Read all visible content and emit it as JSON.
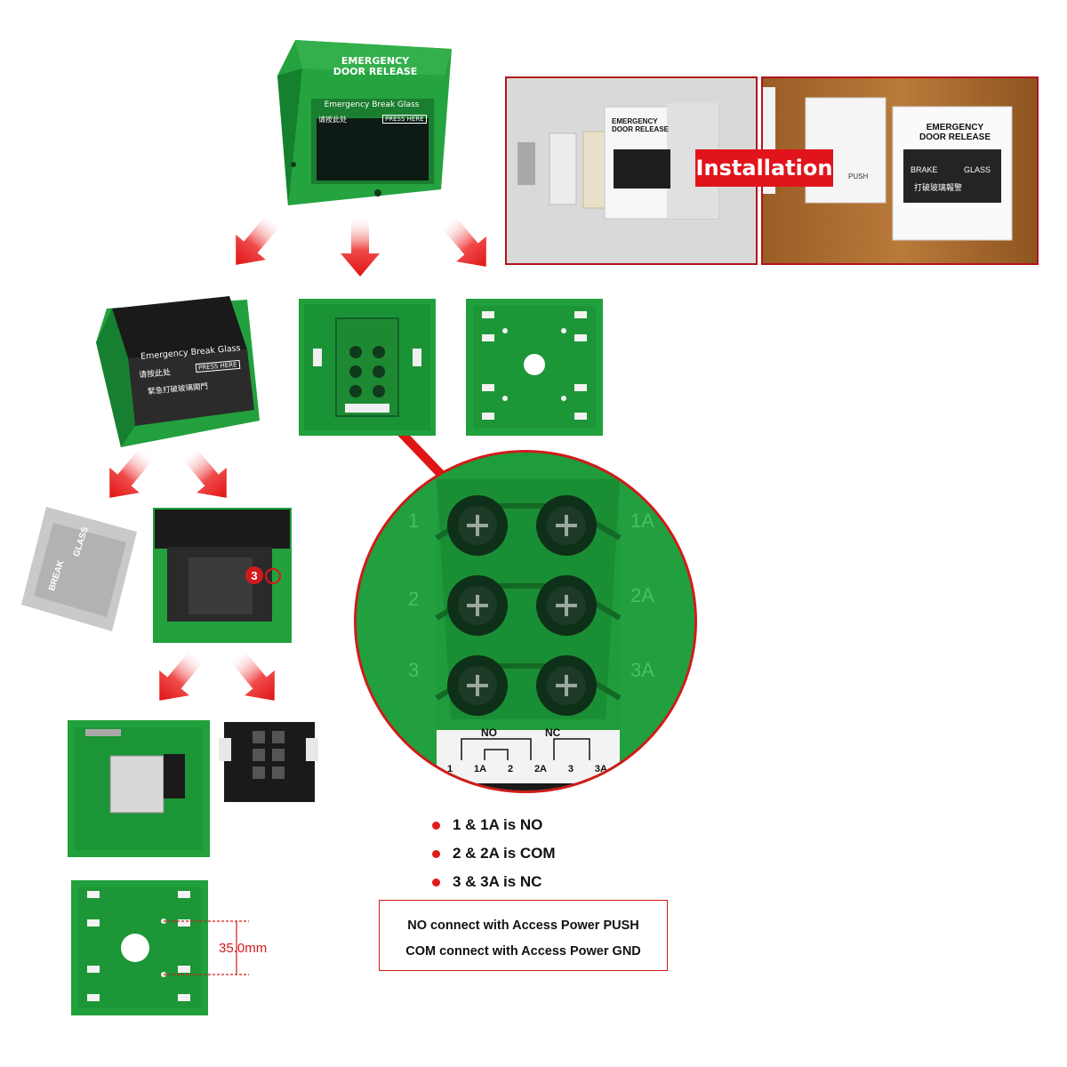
{
  "device": {
    "cover_title_line1": "EMERGENCY",
    "cover_title_line2": "DOOR RELEASE",
    "glass_title": "Emergency Break Glass",
    "glass_cn": "请按此处",
    "glass_press": "PRESS HERE",
    "glass_cn2": "緊急打破玻璃開門",
    "break_label": "BREAK",
    "glass_word": "GLASS",
    "callout_number": "3"
  },
  "installation": {
    "label": "Installation",
    "photo_left_title1": "EMERGENCY",
    "photo_left_title2": "DOOR RELEASE",
    "photo_right_title1": "EMERGENCY",
    "photo_right_title2": "DOOR RELEASE",
    "photo_right_brake": "BRAKE",
    "photo_right_glass": "GLASS",
    "photo_right_cn": "打破玻璃報警",
    "photo_push": "PUSH"
  },
  "terminal": {
    "left_labels": [
      "1",
      "2",
      "3"
    ],
    "right_labels": [
      "1A",
      "2A",
      "3A"
    ],
    "diagram_no": "NO",
    "diagram_nc": "NC",
    "diagram_bottom": [
      "1",
      "1A",
      "2",
      "2A",
      "3",
      "3A"
    ]
  },
  "legend": {
    "items": [
      "1 & 1A is NO",
      "2 & 2A is COM",
      "3 & 3A is NC"
    ]
  },
  "note": {
    "line1": "NO connect with Access Power PUSH",
    "line2": "COM connect with Access Power GND"
  },
  "dimension": {
    "label": "35.0mm"
  },
  "colors": {
    "green": "#1e9a3a",
    "accent_red": "#e1141b",
    "frame_red": "#b3141a"
  }
}
